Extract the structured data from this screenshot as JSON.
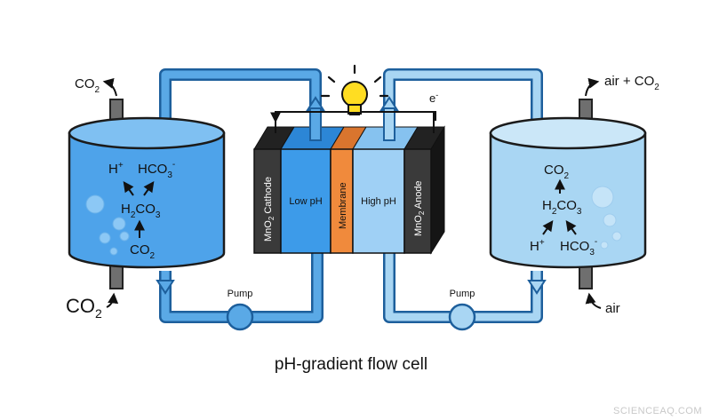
{
  "diagram": {
    "caption": "pH-gradient flow cell",
    "watermark": "SCIENCEAQ.COM",
    "colors": {
      "left_tank": "#4ea3ea",
      "right_tank": "#a9d6f3",
      "pipe": "#5aa9e6",
      "membrane": "#f08a3c",
      "electrode": "#3a3a3a",
      "low_ph": "#3d9be9",
      "high_ph": "#9fd0f5",
      "bulb": "#ffdd22"
    },
    "left_tank": {
      "top_outlet": "CO",
      "top_outlet_sub": "2",
      "bottom_inlet": "CO",
      "bottom_inlet_sub": "2",
      "species": {
        "h_plus": "H",
        "h_plus_sup": "+",
        "hco3": "HCO",
        "hco3_sub": "3",
        "hco3_sup": "-",
        "h2co3_a": "H",
        "h2co3_sub1": "2",
        "h2co3_b": "CO",
        "h2co3_sub2": "3",
        "co2": "CO",
        "co2_sub": "2"
      }
    },
    "right_tank": {
      "top_outlet": "air + CO",
      "top_outlet_sub": "2",
      "bottom_inlet": "air",
      "species": {
        "co2": "CO",
        "co2_sub": "2",
        "h2co3_a": "H",
        "h2co3_sub1": "2",
        "h2co3_b": "CO",
        "h2co3_sub2": "3",
        "h_plus": "H",
        "h_plus_sup": "+",
        "hco3": "HCO",
        "hco3_sub": "3",
        "hco3_sup": "-"
      }
    },
    "cell": {
      "cathode_a": "MnO",
      "cathode_sub": "2",
      "cathode_b": " Cathode",
      "low_ph": "Low pH",
      "membrane": "Membrane",
      "high_ph": "High pH",
      "anode_a": "MnO",
      "anode_sub": "2",
      "anode_b": " Anode",
      "electron": "e",
      "electron_sup": "-"
    },
    "pumps": {
      "left": "Pump",
      "right": "Pump"
    }
  }
}
